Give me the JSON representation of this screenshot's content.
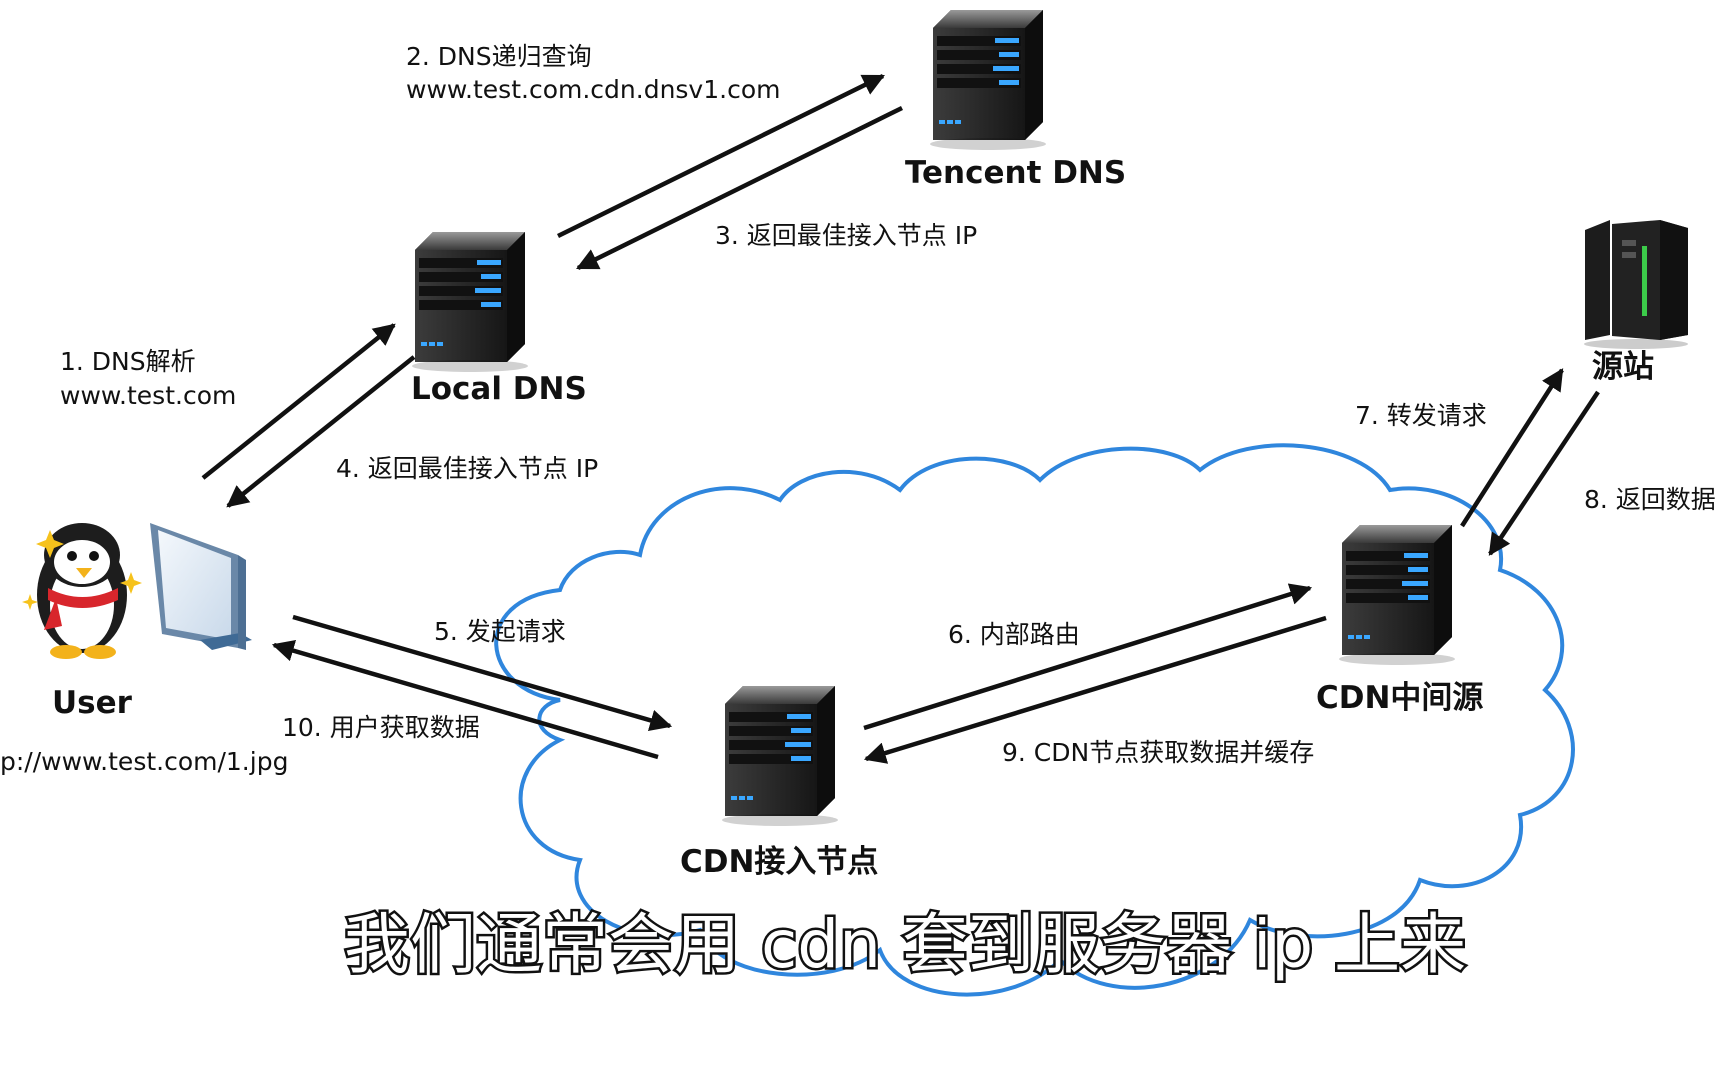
{
  "nodes": {
    "tencent_dns": "Tencent DNS",
    "local_dns": "Local DNS",
    "origin": "源站",
    "user": "User",
    "user_url": "p://www.test.com/1.jpg",
    "cdn_mid": "CDN中间源",
    "cdn_edge": "CDN接入节点"
  },
  "steps": {
    "s1_a": "1.   DNS解析",
    "s1_b": "www.test.com",
    "s2_a": "2. DNS递归查询",
    "s2_b": "www.test.com.cdn.dnsv1.com",
    "s3": "3. 返回最佳接入节点 IP",
    "s4": "4. 返回最佳接入节点 IP",
    "s5": "5. 发起请求",
    "s6": "6. 内部路由",
    "s7": "7. 转发请求",
    "s8": "8. 返回数据",
    "s9": "9. CDN节点获取数据并缓存",
    "s10": "10. 用户获取数据"
  },
  "subtitle": "我们通常会用 cdn 套到服务器 ip 上来",
  "colors": {
    "cloud_stroke": "#2f86dd",
    "arrow": "#111111",
    "server_body": "#2b2b2b",
    "server_led": "#3aa7ff",
    "origin_led": "#3ccc4a"
  },
  "icons": [
    "server-icon",
    "origin-server-icon",
    "penguin-mascot-icon",
    "monitor-icon"
  ]
}
